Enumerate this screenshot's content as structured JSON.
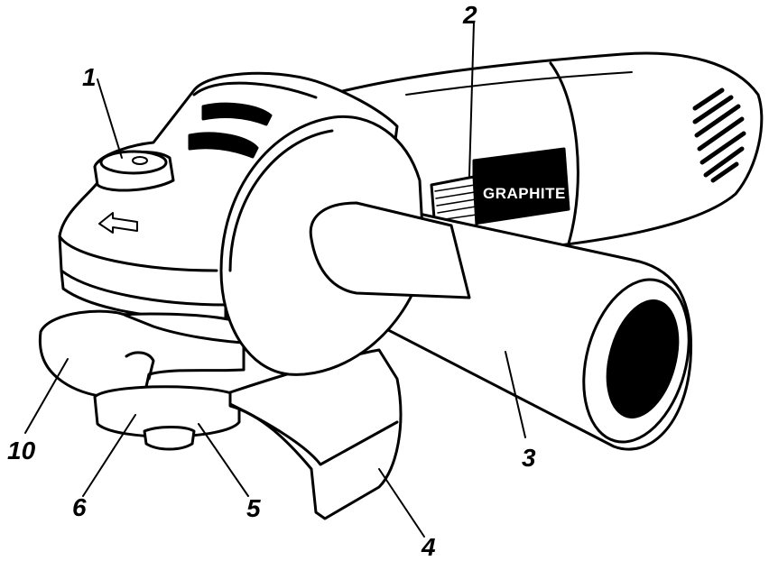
{
  "brand_label": "GRAPHITE",
  "callouts": [
    {
      "id": "1",
      "text": "1"
    },
    {
      "id": "2",
      "text": "2"
    },
    {
      "id": "3",
      "text": "3"
    },
    {
      "id": "4",
      "text": "4"
    },
    {
      "id": "5",
      "text": "5"
    },
    {
      "id": "6",
      "text": "6"
    },
    {
      "id": "10",
      "text": "10"
    }
  ]
}
